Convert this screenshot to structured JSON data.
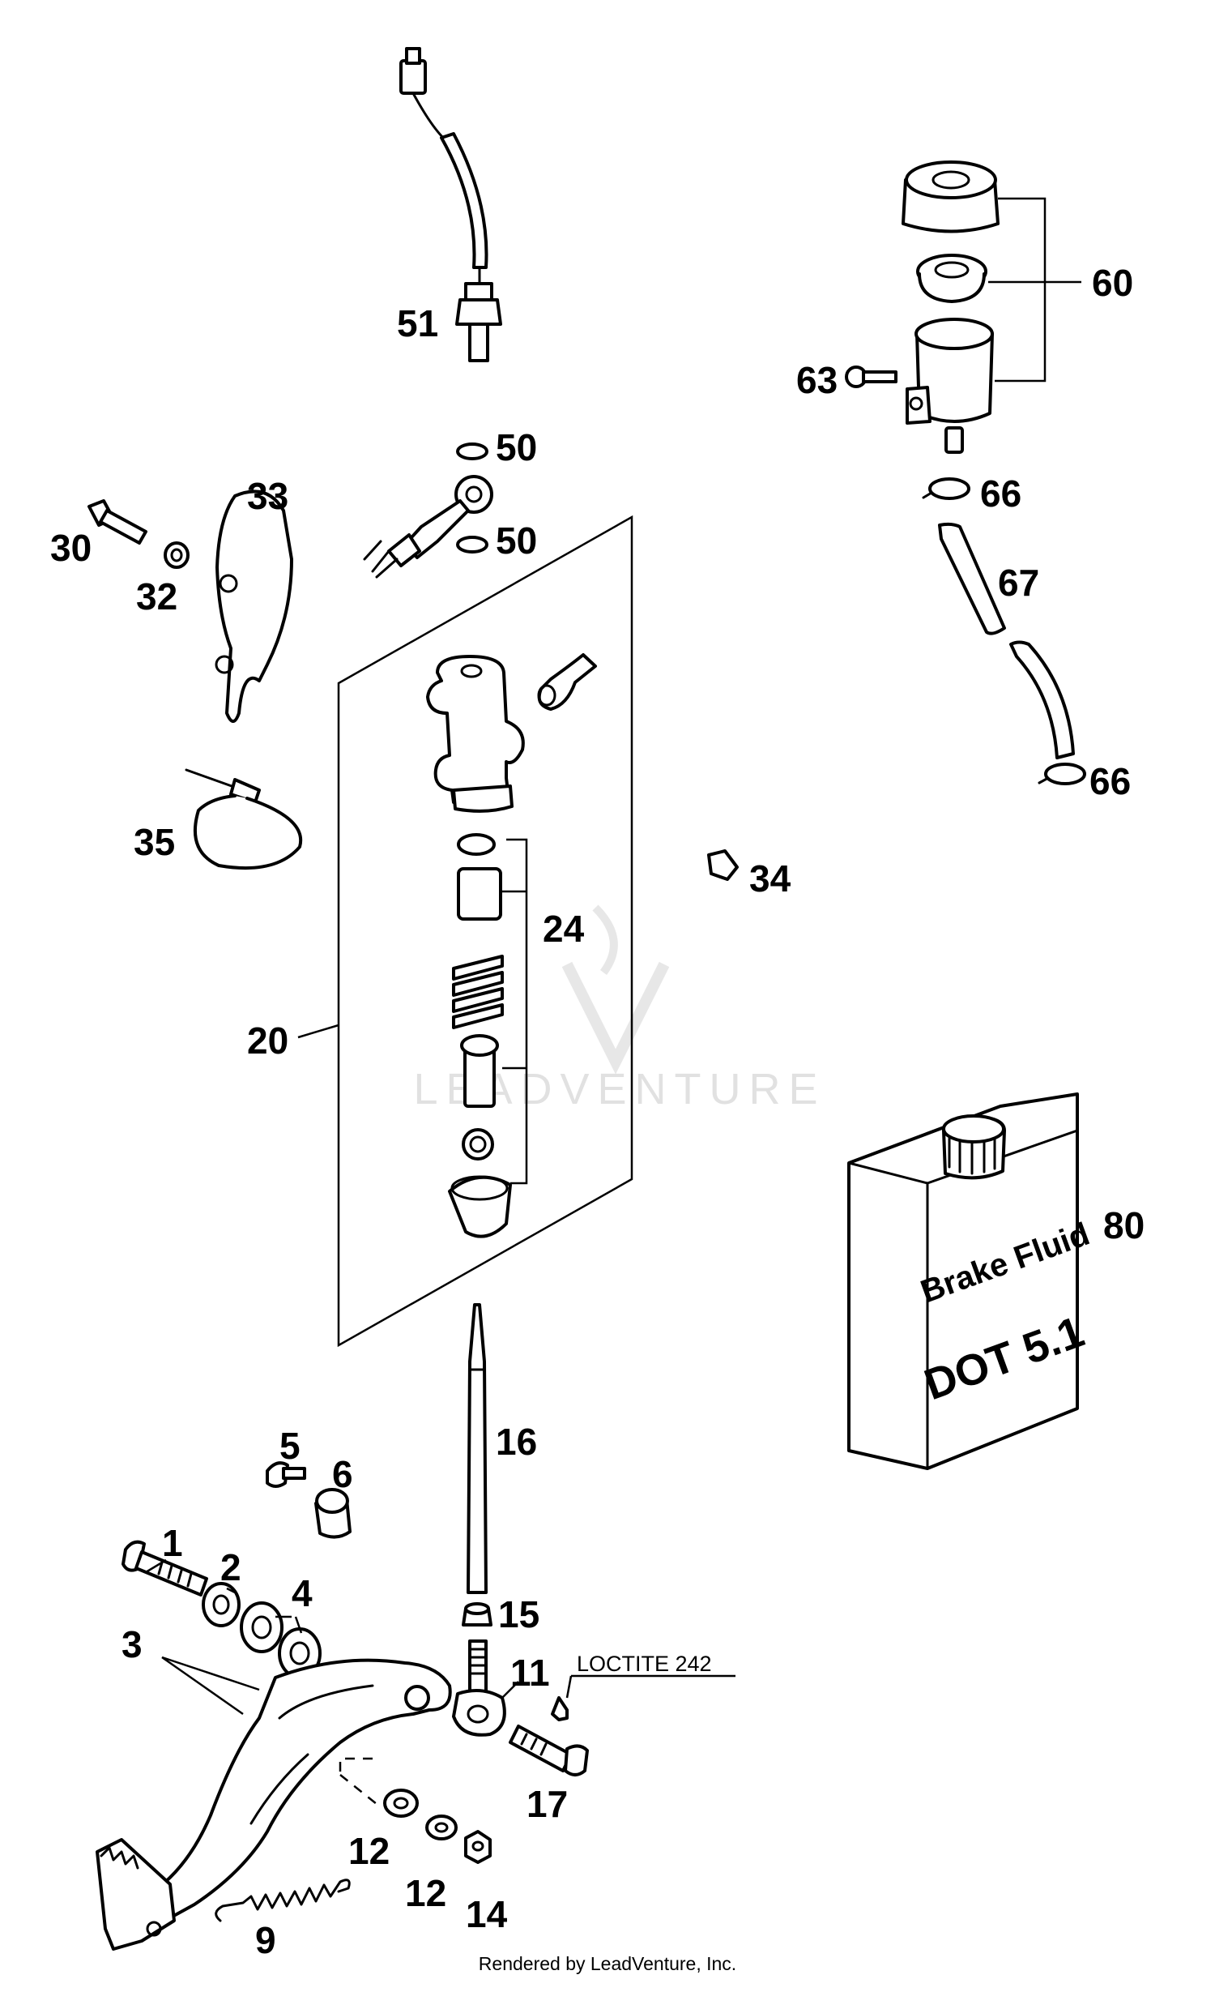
{
  "callouts": {
    "c1": "1",
    "c2": "2",
    "c3": "3",
    "c4": "4",
    "c5": "5",
    "c6": "6",
    "c9": "9",
    "c11": "11",
    "c12a": "12",
    "c12b": "12",
    "c14": "14",
    "c15": "15",
    "c16": "16",
    "c17": "17",
    "c20": "20",
    "c24": "24",
    "c30": "30",
    "c32": "32",
    "c33": "33",
    "c34": "34",
    "c35": "35",
    "c50a": "50",
    "c50b": "50",
    "c51": "51",
    "c60": "60",
    "c63": "63",
    "c66a": "66",
    "c66b": "66",
    "c67": "67",
    "c80": "80"
  },
  "note": "LOCTITE 242",
  "bottle": {
    "line1": "Brake Fluid",
    "line2": "DOT 5.1"
  },
  "watermark": "LEADVENTURE",
  "footer": "Rendered by LeadVenture, Inc."
}
